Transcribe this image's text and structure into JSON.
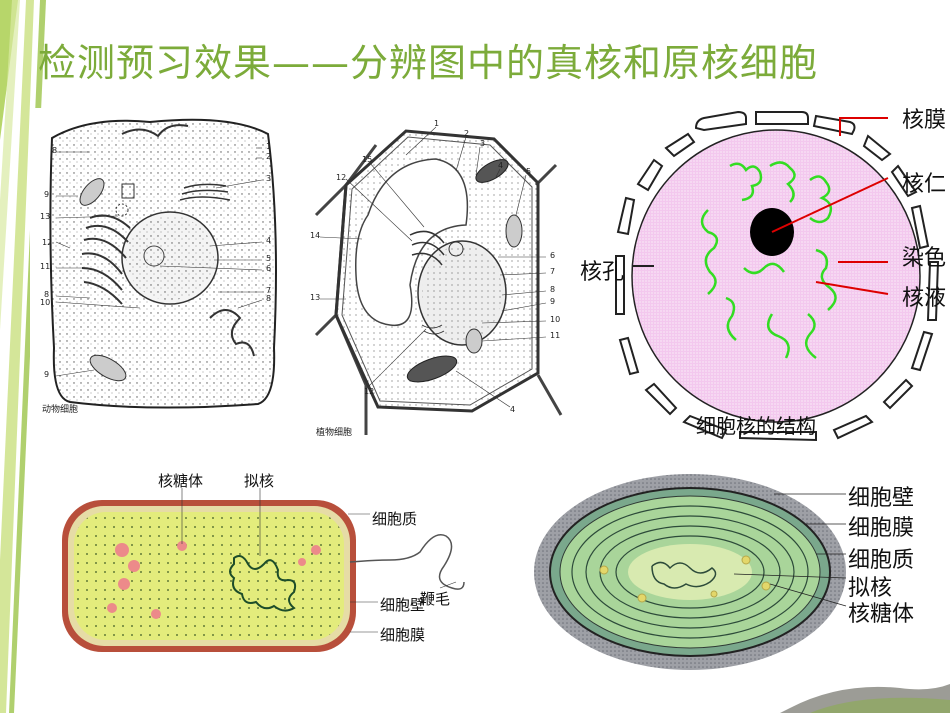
{
  "slide": {
    "title": "检测预习效果——分辨图中的真核和原核细胞"
  },
  "animal_cell": {
    "caption": "动物细胞",
    "numbers_left": [
      "8",
      "9",
      "13",
      "12",
      "11",
      "8",
      "10",
      "9"
    ],
    "numbers_right": [
      "1",
      "2",
      "3",
      "4",
      "5",
      "6",
      "7",
      "8"
    ]
  },
  "plant_cell": {
    "caption": "植物细胞",
    "numbers": [
      "1",
      "2",
      "3",
      "4",
      "5",
      "15",
      "12",
      "14",
      "13",
      "6",
      "7",
      "8",
      "9",
      "10",
      "11",
      "12",
      "4"
    ]
  },
  "nucleus": {
    "caption": "细胞核的结构",
    "labels": {
      "membrane": "核膜",
      "nucleolus": "核仁",
      "chromatin": "染色",
      "nucleoplasm": "核液",
      "pore": "核孔"
    }
  },
  "bacterium": {
    "labels": {
      "ribosome": "核糖体",
      "nucleoid": "拟核",
      "cytoplasm": "细胞质",
      "flagellum": "鞭毛",
      "cell_wall": "细胞壁",
      "cell_membrane": "细胞膜"
    }
  },
  "cyanobacterium": {
    "labels": {
      "cell_wall": "细胞壁",
      "cell_membrane": "细胞膜",
      "cytoplasm": "细胞质",
      "nucleoid": "拟核",
      "ribosome": "核糖体"
    }
  }
}
